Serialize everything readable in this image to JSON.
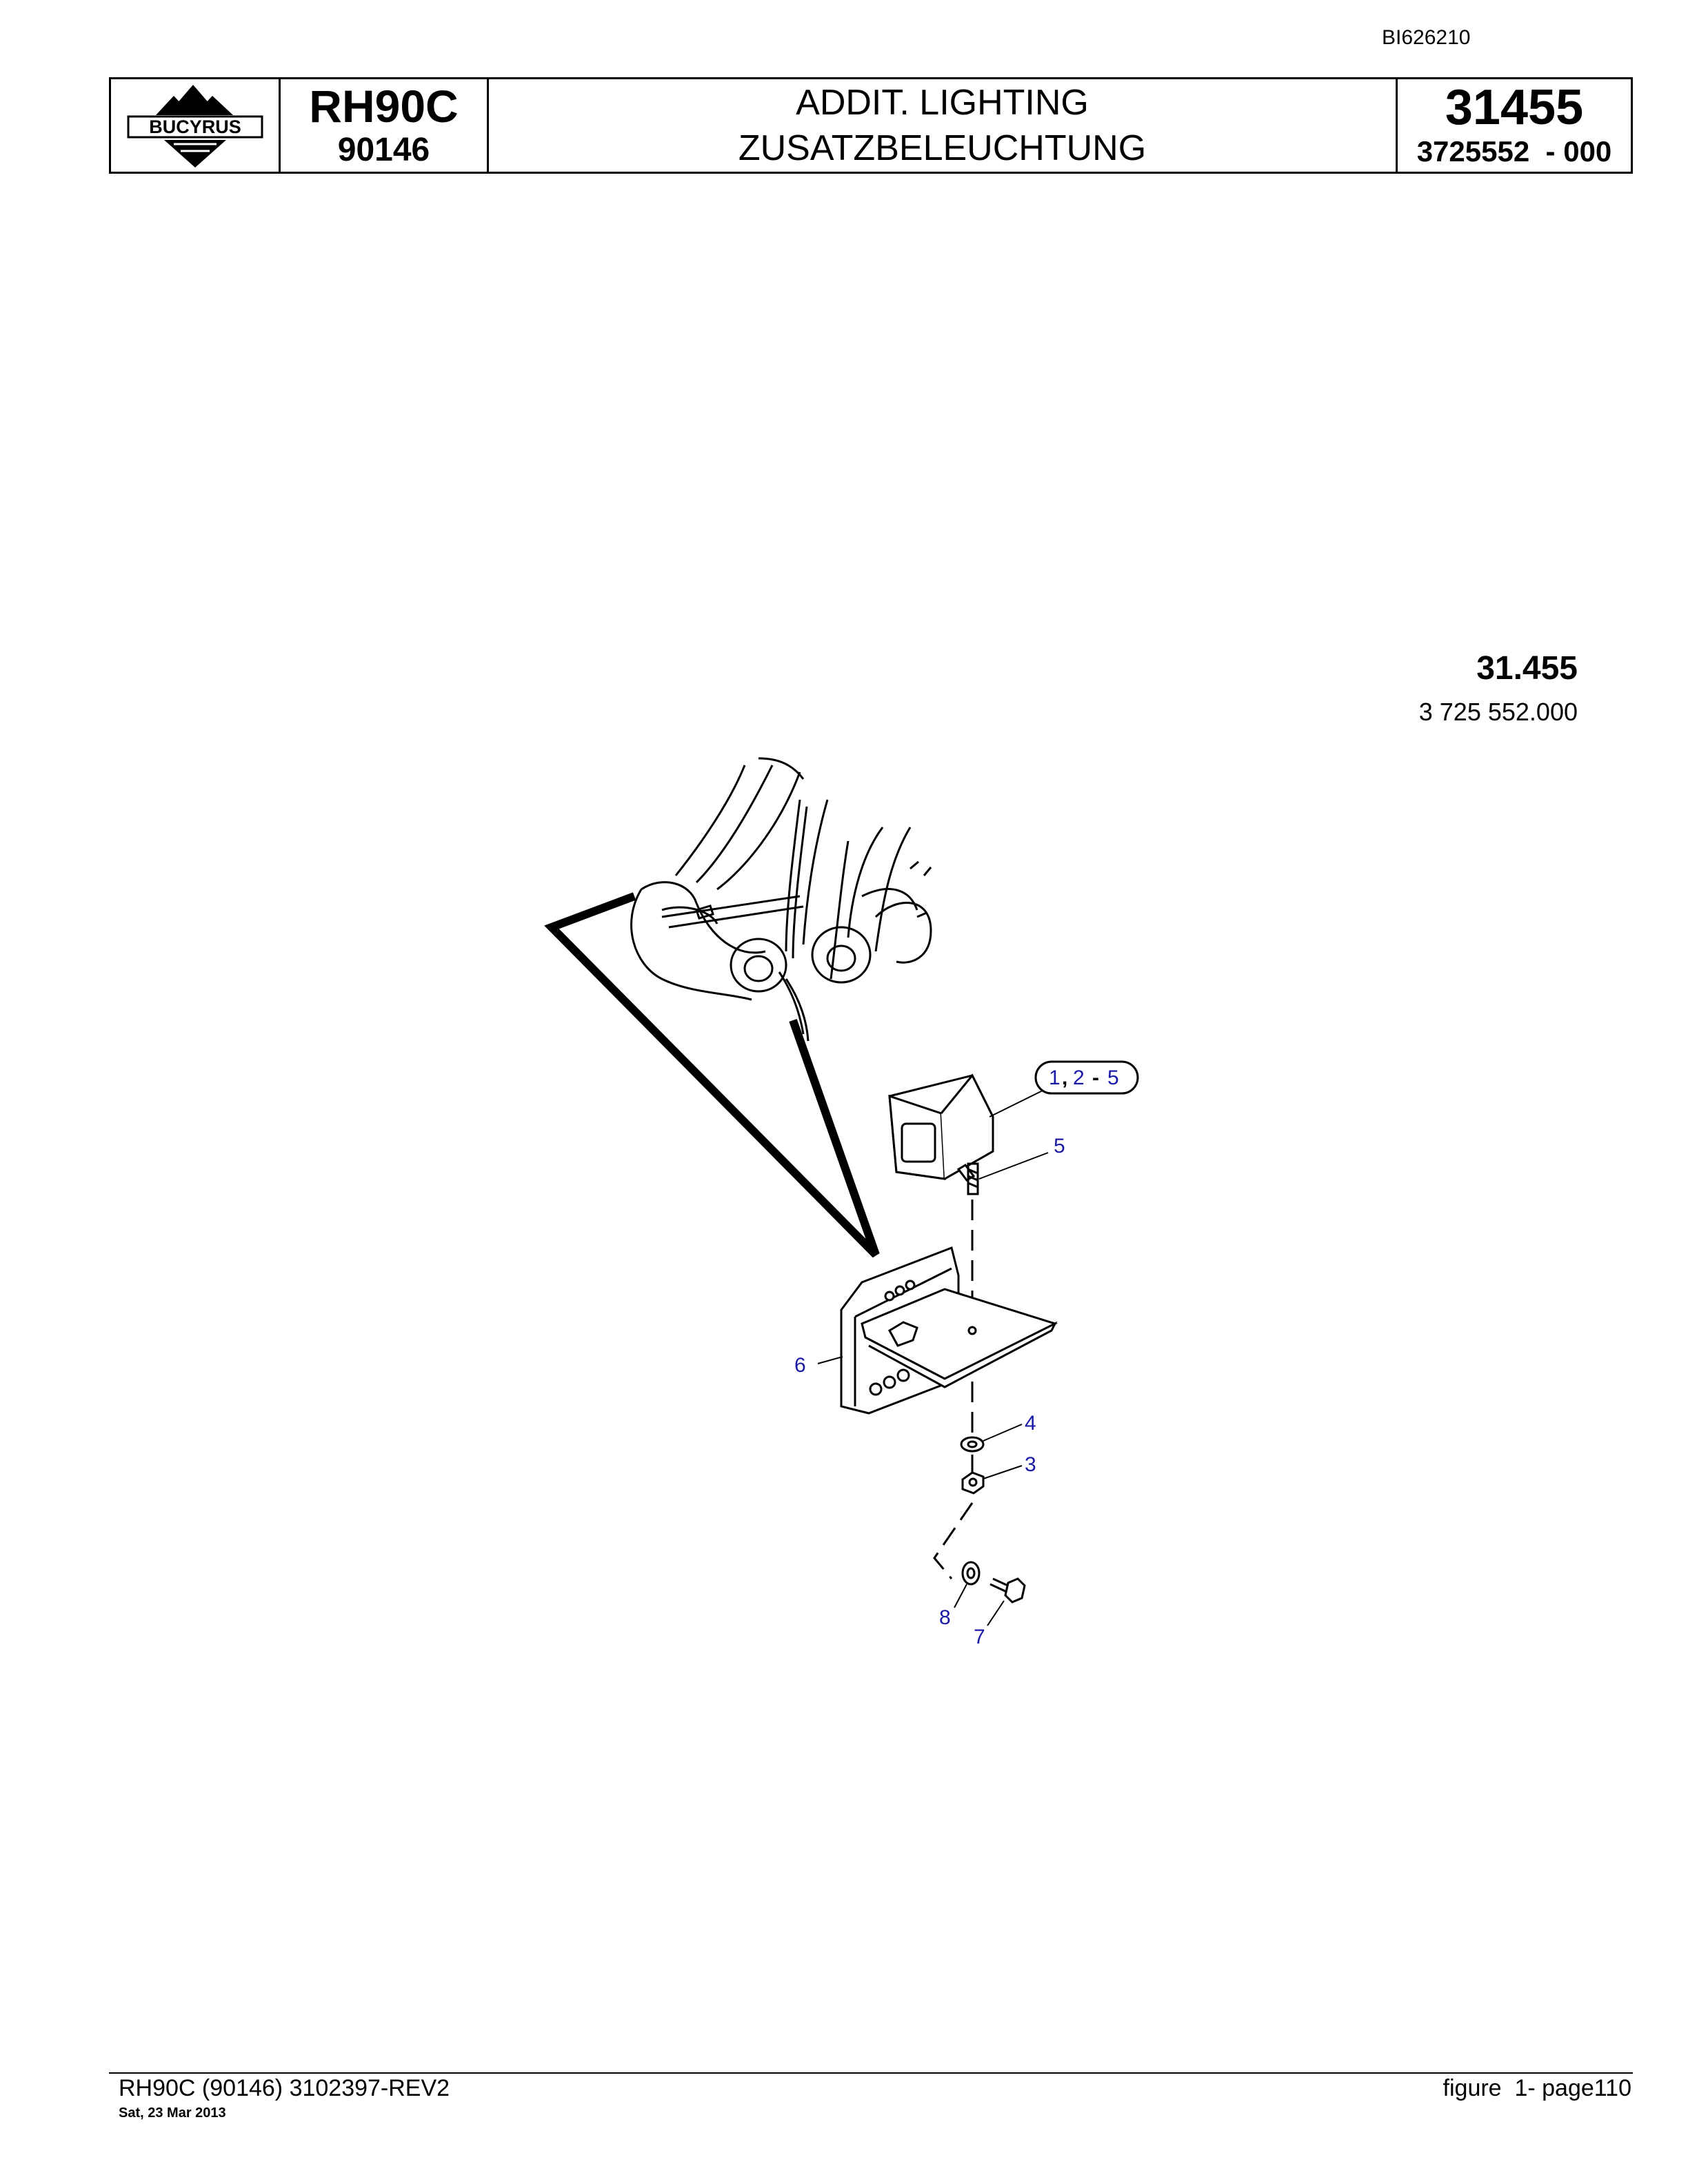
{
  "doc_id": "BI626210",
  "header": {
    "brand": "BUCYRUS",
    "model": "RH90C",
    "model_number": "90146",
    "title_en": "ADDIT. LIGHTING",
    "title_de": "ZUSATZBELEUCHTUNG",
    "group_number": "31455",
    "part_number": "3725552  - 000"
  },
  "figure": {
    "group": "31.455",
    "part": "3 725 552.000",
    "callouts": {
      "c1": "1",
      "comma": ",",
      "c2": "2",
      "dash": "-",
      "c5": "5",
      "item5": "5",
      "item6": "6",
      "item4": "4",
      "item3": "3",
      "item8": "8",
      "item7": "7"
    }
  },
  "footer": {
    "left": "RH90C (90146) 3102397-REV2",
    "date": "Sat, 23 Mar 2013",
    "right": "figure  1- page110"
  },
  "colors": {
    "callout": "#1a1aa6",
    "line": "#000000"
  }
}
